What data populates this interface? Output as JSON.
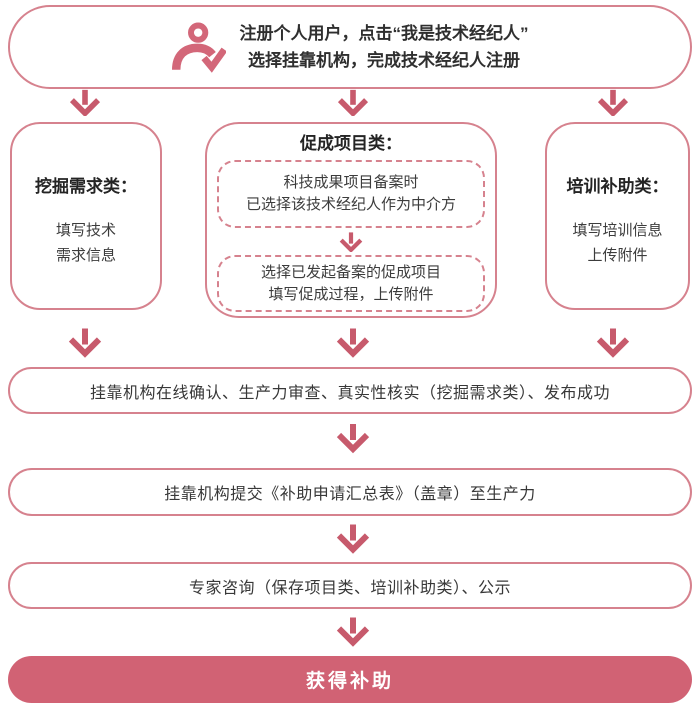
{
  "colors": {
    "arrow_rose": "#c75a6c",
    "icon_rose": "#d36779",
    "border_pink": "#d6828e",
    "result_fill": "#d16274",
    "text_dark": "#3a3a3a"
  },
  "header": {
    "icon": "user-check-icon",
    "line1": "注册个人用户，点击“我是技术经纪人”",
    "line2": "选择挂靠机构，完成技术经纪人注册"
  },
  "branches": {
    "demand": {
      "title": "挖掘需求类：",
      "line1": "填写技术",
      "line2": "需求信息"
    },
    "project": {
      "title": "促成项目类：",
      "step1": {
        "line1": "科技成果项目备案时",
        "line2": "已选择该技术经纪人作为中介方"
      },
      "step2": {
        "line1": "选择已发起备案的促成项目",
        "line2": "填写促成过程，上传附件"
      }
    },
    "training": {
      "title": "培训补助类：",
      "line1": "填写培训信息",
      "line2": "上传附件"
    }
  },
  "steps": {
    "confirm": "挂靠机构在线确认、生产力审查、真实性核实（挖掘需求类）、发布成功",
    "submit": "挂靠机构提交《补助申请汇总表》（盖章）至生产力",
    "review": "专家咨询（保存项目类、培训补助类）、公示",
    "result": "获得补助"
  }
}
